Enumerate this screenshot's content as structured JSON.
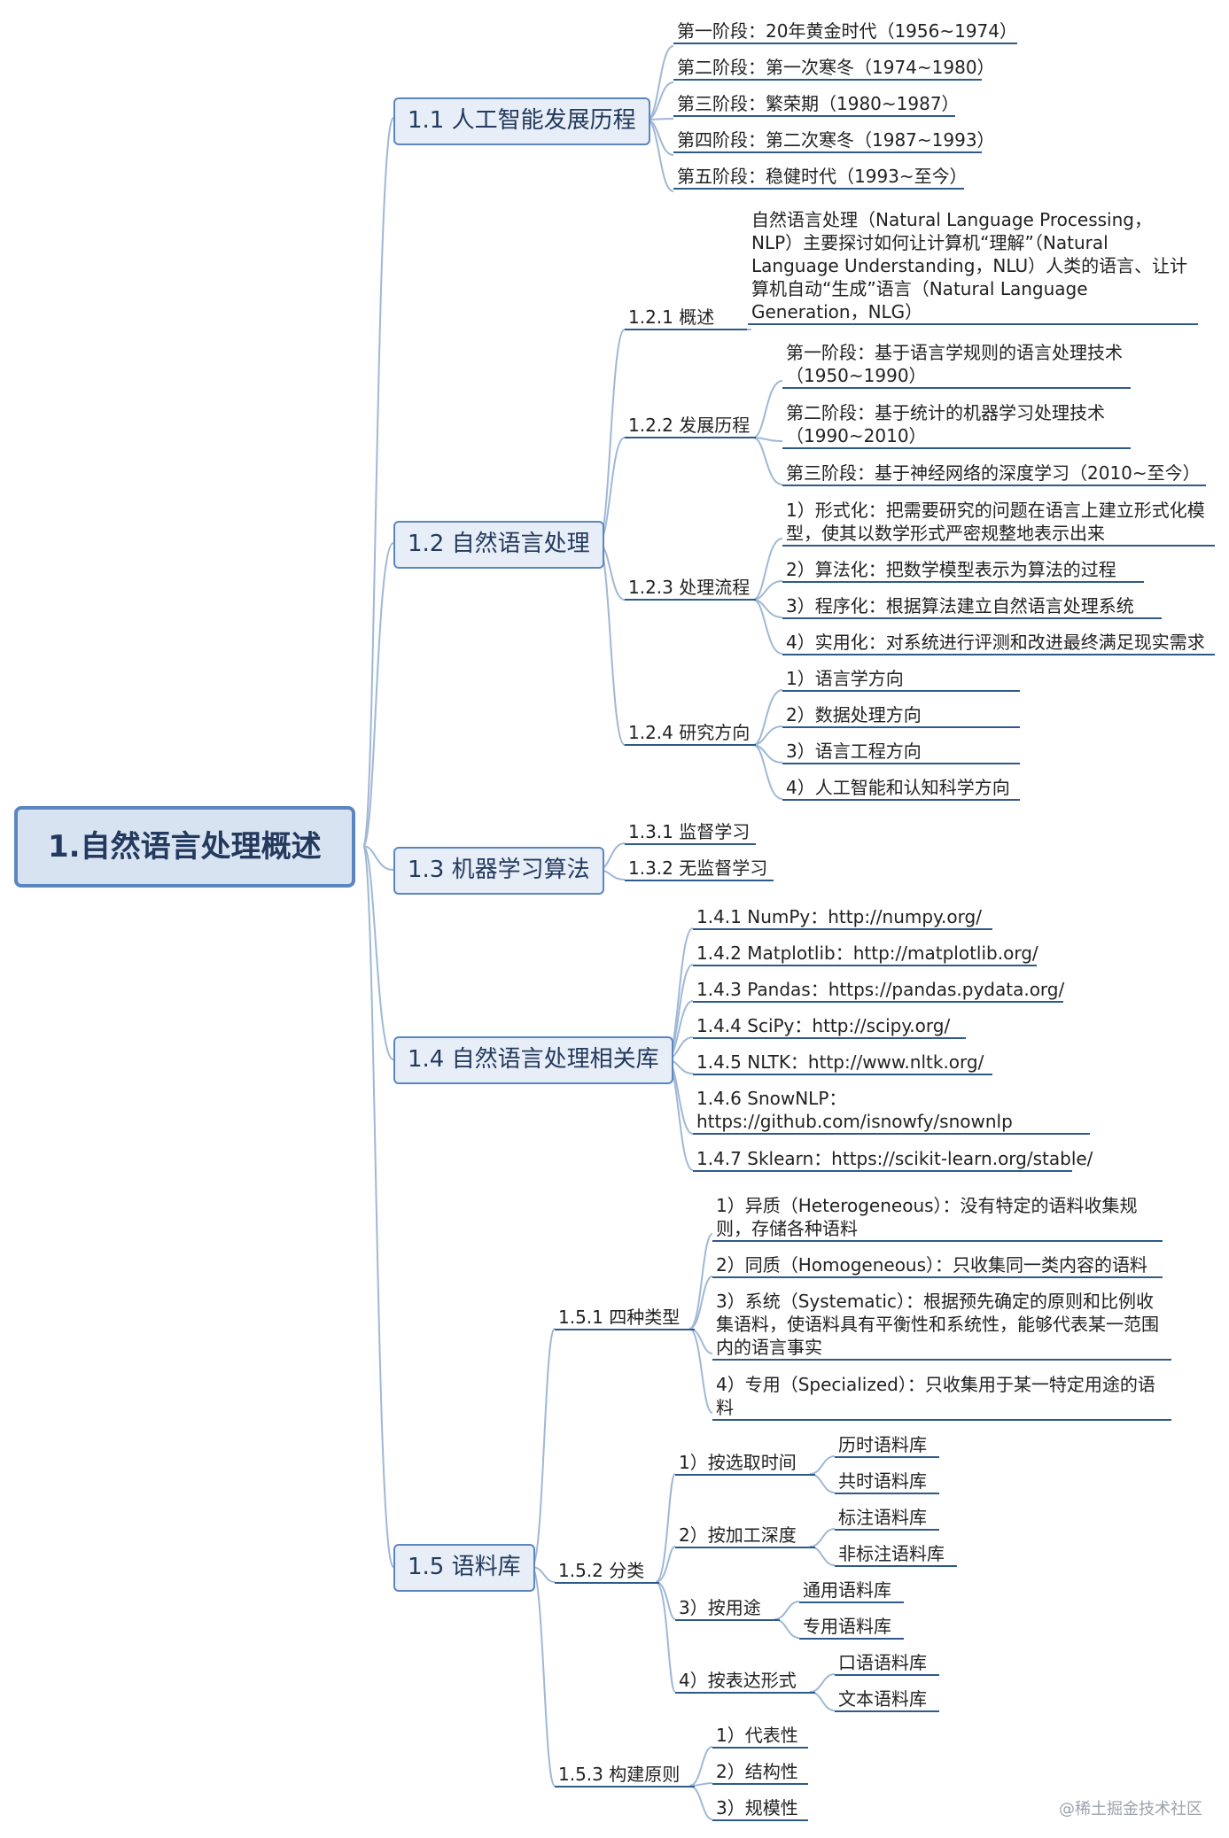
{
  "root": "1.自然语言处理概述",
  "s11": {
    "title": "1.1 人工智能发展历程",
    "items": [
      "第一阶段：20年黄金时代（1956~1974）",
      "第二阶段：第一次寒冬（1974~1980）",
      "第三阶段：繁荣期（1980~1987）",
      "第四阶段：第二次寒冬（1987~1993）",
      "第五阶段：稳健时代（1993~至今）"
    ]
  },
  "s12": {
    "title": "1.2 自然语言处理",
    "sub1": {
      "label": "1.2.1 概述",
      "text": "自然语言处理（Natural Language Processing，NLP）主要探讨如何让计算机“理解”（Natural Language Understanding，NLU）人类的语言、让计算机自动“生成”语言（Natural Language Generation，NLG）"
    },
    "sub2": {
      "label": "1.2.2 发展历程",
      "items": [
        "第一阶段：基于语言学规则的语言处理技术（1950~1990）",
        "第二阶段：基于统计的机器学习处理技术（1990~2010）",
        "第三阶段：基于神经网络的深度学习（2010~至今）"
      ]
    },
    "sub3": {
      "label": "1.2.3 处理流程",
      "items": [
        "1）形式化：把需要研究的问题在语言上建立形式化模型，使其以数学形式严密规整地表示出来",
        "2）算法化：把数学模型表示为算法的过程",
        "3）程序化：根据算法建立自然语言处理系统",
        "4）实用化：对系统进行评测和改进最终满足现实需求"
      ]
    },
    "sub4": {
      "label": "1.2.4 研究方向",
      "items": [
        "1）语言学方向",
        "2）数据处理方向",
        "3）语言工程方向",
        "4）人工智能和认知科学方向"
      ]
    }
  },
  "s13": {
    "title": "1.3 机器学习算法",
    "items": [
      "1.3.1 监督学习",
      "1.3.2 无监督学习"
    ]
  },
  "s14": {
    "title": "1.4 自然语言处理相关库",
    "items": [
      "1.4.1 NumPy：http://numpy.org/",
      "1.4.2 Matplotlib：http://matplotlib.org/",
      "1.4.3 Pandas：https://pandas.pydata.org/",
      "1.4.4 SciPy：http://scipy.org/",
      "1.4.5 NLTK：http://www.nltk.org/",
      "1.4.6 SnowNLP：https://github.com/isnowfy/snownlp",
      "1.4.7 Sklearn：https://scikit-learn.org/stable/"
    ]
  },
  "s15": {
    "title": "1.5 语料库",
    "sub1": {
      "label": "1.5.1 四种类型",
      "items": [
        "1）异质（Heterogeneous）：没有特定的语料收集规则，存储各种语料",
        "2）同质（Homogeneous）：只收集同一类内容的语料",
        "3）系统（Systematic）：根据预先确定的原则和比例收集语料，使语料具有平衡性和系统性，能够代表某一范围内的语言事实",
        "4）专用（Specialized）：只收集用于某一特定用途的语料"
      ]
    },
    "sub2": {
      "label": "1.5.2 分类",
      "groups": [
        {
          "label": "1）按选取时间",
          "items": [
            "历时语料库",
            "共时语料库"
          ]
        },
        {
          "label": "2）按加工深度",
          "items": [
            "标注语料库",
            "非标注语料库"
          ]
        },
        {
          "label": "3）按用途",
          "items": [
            "通用语料库",
            "专用语料库"
          ]
        },
        {
          "label": "4）按表达形式",
          "items": [
            "口语语料库",
            "文本语料库"
          ]
        }
      ]
    },
    "sub3": {
      "label": "1.5.3 构建原则",
      "items": [
        "1）代表性",
        "2）结构性",
        "3）规模性"
      ]
    }
  },
  "watermark": "@稀土掘金技术社区",
  "colors": {
    "line": "#2e5a8a",
    "connector": "#9fb8d6",
    "box_fill": "#e8eef7",
    "box_border": "#5b86c0"
  }
}
